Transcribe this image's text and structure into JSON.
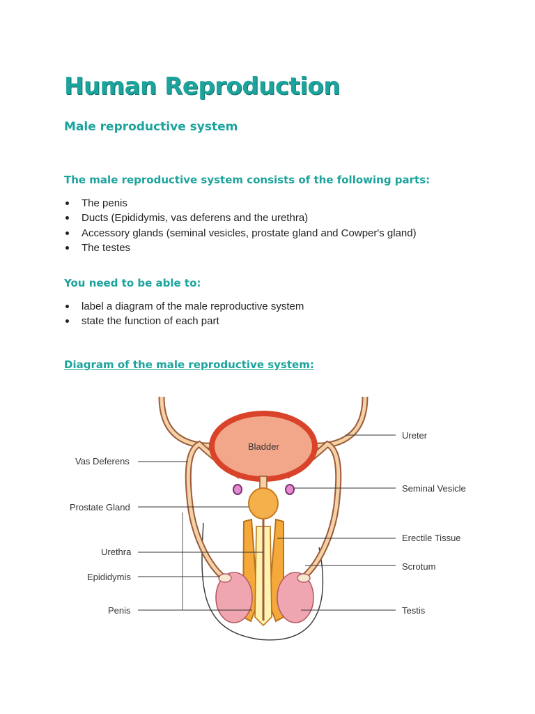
{
  "title": "Human Reproduction",
  "subtitle": "Male reproductive system",
  "parts_section": {
    "heading": "The male reproductive system consists of the following parts:",
    "items": [
      "The penis",
      "Ducts (Epididymis, vas deferens and the urethra)",
      "Accessory glands (seminal vesicles, prostate gland and Cowper's gland)",
      "The testes"
    ]
  },
  "skills_section": {
    "heading": "You need to be able to:",
    "items": [
      "label a diagram of the male reproductive system",
      "state the function of each part"
    ]
  },
  "diagram": {
    "heading": "Diagram of the male reproductive system:",
    "labels": {
      "bladder": "Bladder",
      "vas_deferens": "Vas Deferens",
      "prostate_gland": "Prostate Gland",
      "urethra": "Urethra",
      "epididymis": "Epididymis",
      "penis": "Penis",
      "ureter": "Ureter",
      "seminal_vesicle": "Seminal Vesicle",
      "erectile_tissue": "Erectile Tissue",
      "scrotum": "Scrotum",
      "testis": "Testis"
    }
  },
  "colors": {
    "heading": "#1ba39c",
    "bladder_wall": "#d9432a",
    "bladder_fill": "#f2a78a",
    "tube": "#f5d2a6",
    "erectile": "#f4a93a",
    "testis": "#f0a6b0"
  }
}
